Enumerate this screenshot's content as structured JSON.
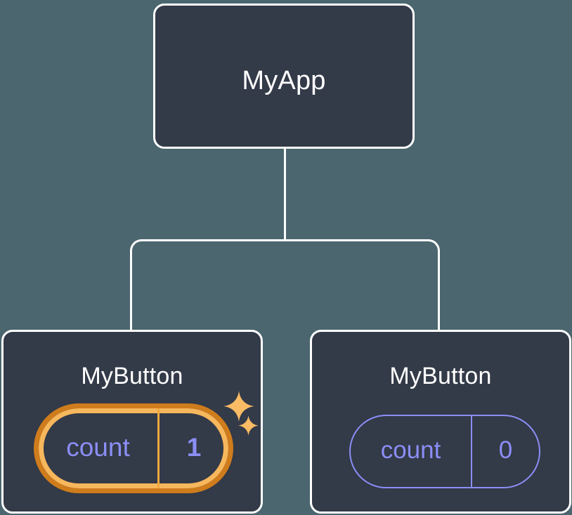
{
  "diagram": {
    "type": "component-tree",
    "background_color": "#4b666f",
    "node_fill_color": "#333a48",
    "node_border_color": "#ffffff",
    "connector_color": "#ffffff",
    "accent_highlight_outer": "#cf7c1c",
    "accent_highlight_inner": "#f7b75c",
    "state_text_color": "#8b8ef5",
    "sparkle_color": "#f9bb63",
    "root": {
      "title": "MyApp"
    },
    "children": [
      {
        "title": "MyButton",
        "state": {
          "label": "count",
          "value": "1"
        },
        "highlighted": true,
        "sparkles": [
          {
            "name": "sparkle-big"
          },
          {
            "name": "sparkle-small"
          }
        ]
      },
      {
        "title": "MyButton",
        "state": {
          "label": "count",
          "value": "0"
        },
        "highlighted": false
      }
    ]
  }
}
